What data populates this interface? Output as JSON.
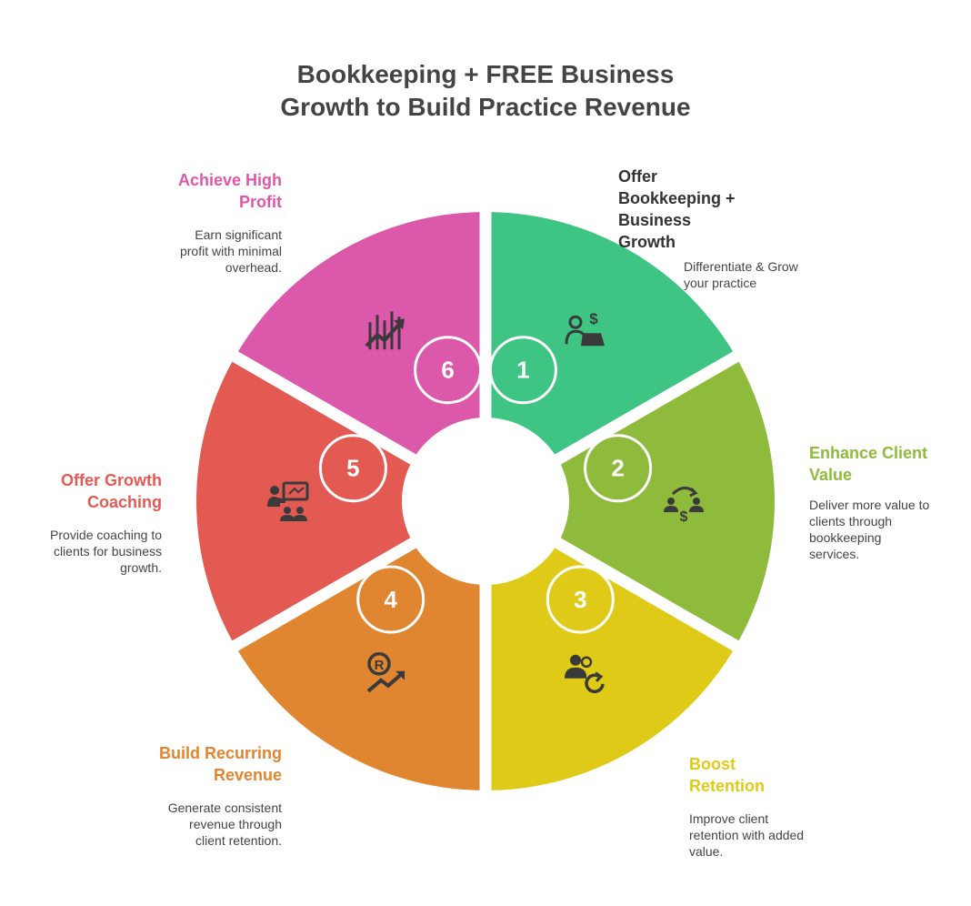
{
  "title": {
    "line1": "Bookkeeping + FREE Business",
    "line2": "Growth to Build Practice Revenue"
  },
  "segments": [
    {
      "number": "1",
      "color": "#3EC583",
      "icon": "accountant-laptop-dollar-icon",
      "label_lines": [
        "Offer",
        "Bookkeeping +",
        "Business",
        "Growth"
      ],
      "label_color": "#333333",
      "desc_lines": [
        "Differentiate & Grow",
        "your practice"
      ]
    },
    {
      "number": "2",
      "color": "#8FBB3C",
      "icon": "people-exchange-dollar-icon",
      "label_lines": [
        "Enhance Client",
        "Value"
      ],
      "label_color": "#8FBB3C",
      "desc_lines": [
        "Deliver more value to",
        "clients through",
        "bookkeeping",
        "services."
      ]
    },
    {
      "number": "3",
      "color": "#DFCB17",
      "icon": "users-refresh-icon",
      "label_lines": [
        "Boost",
        "Retention"
      ],
      "label_color": "#DFCB17",
      "desc_lines": [
        "Improve client",
        "retention with added",
        "value."
      ]
    },
    {
      "number": "4",
      "color": "#E08530",
      "icon": "revenue-trend-icon",
      "label_lines": [
        "Build Recurring",
        "Revenue"
      ],
      "label_color": "#E08530",
      "desc_lines": [
        "Generate consistent",
        "revenue through",
        "client retention."
      ]
    },
    {
      "number": "5",
      "color": "#E35A52",
      "icon": "coaching-presentation-icon",
      "label_lines": [
        "Offer Growth",
        "Coaching"
      ],
      "label_color": "#E35A52",
      "desc_lines": [
        "Provide coaching to",
        "clients for business",
        "growth."
      ]
    },
    {
      "number": "6",
      "color": "#DC58AB",
      "icon": "profit-chart-arrow-icon",
      "label_lines": [
        "Achieve High",
        "Profit"
      ],
      "label_color": "#DC58AB",
      "desc_lines": [
        "Earn significant",
        "profit with minimal",
        "overhead."
      ]
    }
  ]
}
